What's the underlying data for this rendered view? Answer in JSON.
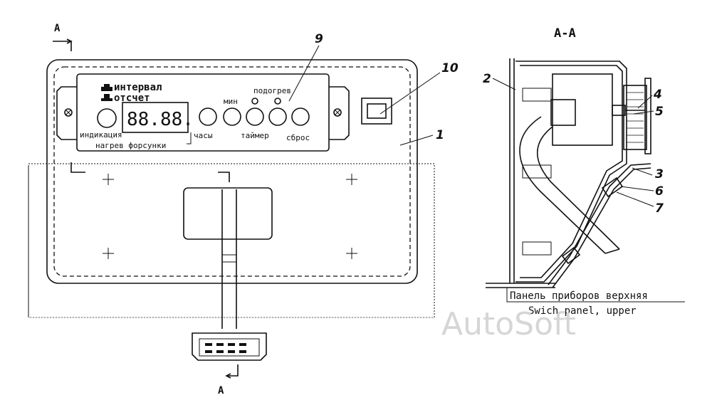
{
  "section_marks": {
    "top": "А",
    "bottom": "А"
  },
  "section_title": "А-А",
  "panel": {
    "labels": {
      "interval": "интервал",
      "countdown": "отсчет",
      "heating": "подогрев",
      "min": "мин",
      "indication": "индикация",
      "hours": "часы",
      "timer": "таймер",
      "reset": "сброс",
      "nozzle_heating": "нагрев форсунки"
    },
    "display": "88.88."
  },
  "callouts": {
    "n1": "1",
    "n2": "2",
    "n3": "3",
    "n4": "4",
    "n5": "5",
    "n6": "6",
    "n7": "7",
    "n9": "9",
    "n10": "10"
  },
  "caption": {
    "ru": "Панель приборов верхняя",
    "en": "Swich panel, upper"
  },
  "watermark": "AutoSoft"
}
